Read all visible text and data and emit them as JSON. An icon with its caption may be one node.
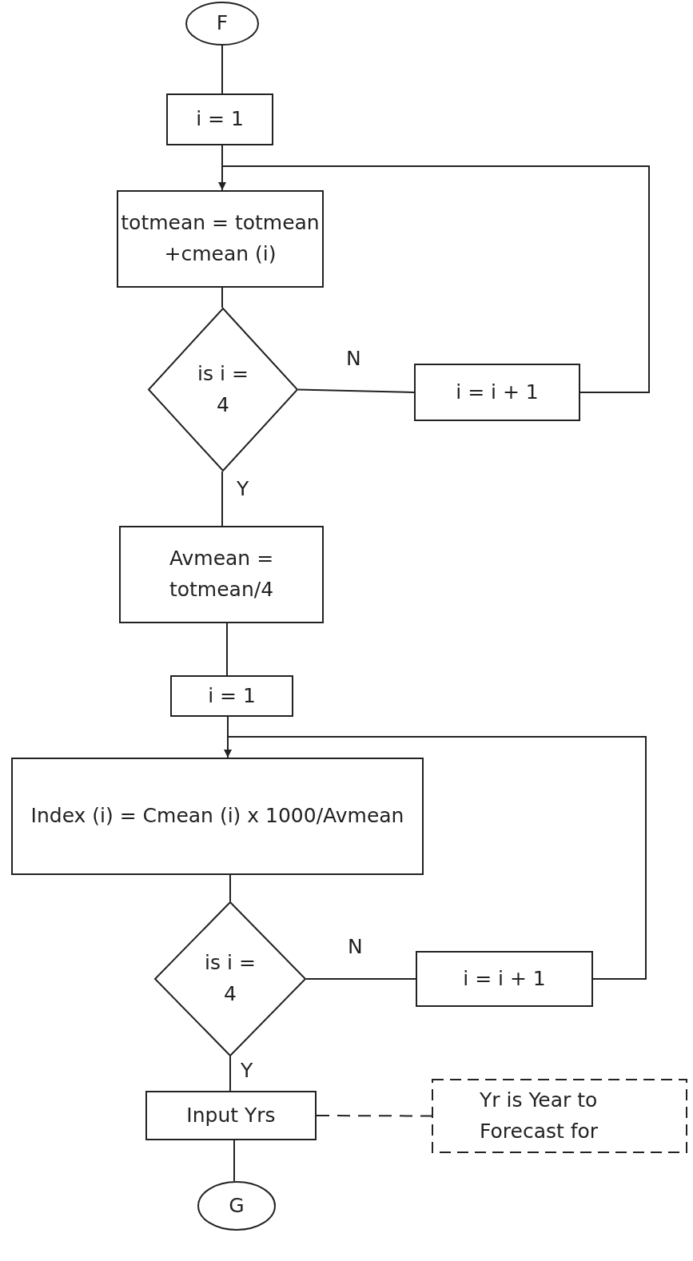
{
  "diagram": {
    "nodes": [
      {
        "text": [
          "F"
        ]
      },
      {
        "text": [
          "i = 1"
        ]
      },
      {
        "text": [
          "totmean = totmean +cmean (i)"
        ]
      },
      {
        "text": [
          "is i = 4"
        ]
      },
      {
        "text": [
          "i = i + 1"
        ]
      },
      {
        "text": [
          "Avmean = totmean/4"
        ]
      },
      {
        "text": [
          "i = 1"
        ]
      },
      {
        "text": [
          "Index (i) = Cmean (i) x 1000/Avmean"
        ]
      },
      {
        "text": [
          "is i = 4"
        ]
      },
      {
        "text": [
          "i = i + 1"
        ]
      },
      {
        "text": [
          "Input Yrs"
        ]
      },
      {
        "text": [
          "Yr is Year to Forecast for"
        ]
      },
      {
        "text": [
          "G"
        ]
      }
    ],
    "edges": [
      {
        "from": 0,
        "to": 1,
        "arrow": "none"
      },
      {
        "from": 1,
        "to": 2,
        "arrow": "none"
      },
      {
        "from": 2,
        "to": 3,
        "arrow": "none"
      },
      {
        "from": 3,
        "to": 4,
        "arrow": "none",
        "label": "N"
      },
      {
        "from": 4,
        "to": 2,
        "arrow": "to"
      },
      {
        "from": 3,
        "to": 5,
        "arrow": "none",
        "label": "Y"
      },
      {
        "from": 5,
        "to": 6,
        "arrow": "none"
      },
      {
        "from": 6,
        "to": 7,
        "arrow": "none"
      },
      {
        "from": 7,
        "to": 8,
        "arrow": "none"
      },
      {
        "from": 8,
        "to": 9,
        "arrow": "none",
        "label": "N"
      },
      {
        "from": 9,
        "to": 7,
        "arrow": "to"
      },
      {
        "from": 8,
        "to": 10,
        "arrow": "none",
        "label": "Y"
      },
      {
        "from": 10,
        "to": 11,
        "arrow": "none",
        "style": "dashed"
      },
      {
        "from": 10,
        "to": 12,
        "arrow": "none"
      }
    ]
  }
}
